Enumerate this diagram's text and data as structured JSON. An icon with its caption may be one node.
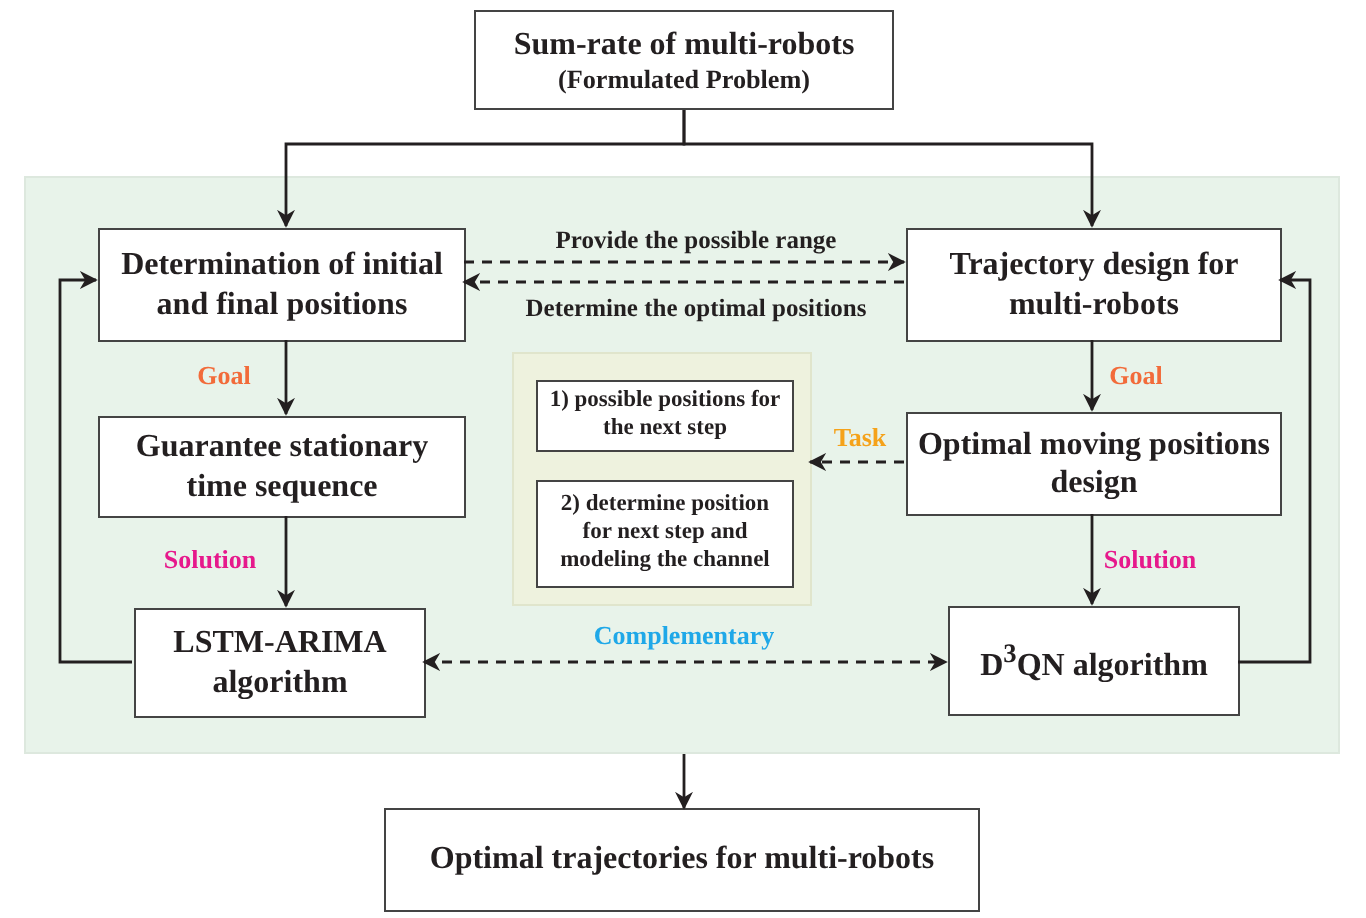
{
  "diagram": {
    "nodes": [
      {
        "text": [
          "Sum-rate of multi-robots",
          "(Formulated Problem)"
        ]
      },
      {
        "text": [],
        "shape": "box"
      },
      {
        "text": [
          "Determination of initial and final positions"
        ],
        "in": 1
      },
      {
        "text": [
          "Trajectory design for multi-robots"
        ],
        "in": 1
      },
      {
        "text": [
          "Guarantee stationary time sequence"
        ],
        "in": 1
      },
      {
        "text": [
          "Optimal moving positions design"
        ],
        "in": 1
      },
      {
        "text": [
          "LSTM-ARIMA algorithm"
        ],
        "in": 1
      },
      {
        "text": [
          "D$^{3}$QN algorithm"
        ],
        "in": 1
      },
      {
        "text": [],
        "shape": "box",
        "in": 1
      },
      {
        "text": [
          "1) possible positions for the next step"
        ],
        "in": 8
      },
      {
        "text": [
          "2) determine position for next step and modeling the channel"
        ],
        "in": 8
      },
      {
        "text": [
          "Optimal trajectories for multi-robots"
        ]
      }
    ],
    "edges": [
      {
        "from": 0,
        "to": 2,
        "arrow": "to"
      },
      {
        "from": 0,
        "to": 3,
        "arrow": "to"
      },
      {
        "from": 2,
        "to": 3,
        "arrow": "to",
        "label": "Provide the possible range",
        "style": "dashed"
      },
      {
        "from": 3,
        "to": 2,
        "arrow": "to",
        "label": "Determine the optimal positions",
        "style": "dashed"
      },
      {
        "from": 2,
        "to": 4,
        "arrow": "to",
        "label": "Goal"
      },
      {
        "from": 4,
        "to": 6,
        "arrow": "to",
        "label": "Solution"
      },
      {
        "from": 3,
        "to": 5,
        "arrow": "to",
        "label": "Goal"
      },
      {
        "from": 5,
        "to": 7,
        "arrow": "to",
        "label": "Solution"
      },
      {
        "from": 5,
        "to": 8,
        "arrow": "to",
        "label": "Task",
        "style": "dashed"
      },
      {
        "from": 6,
        "to": 7,
        "arrow": "both",
        "label": "Complementary",
        "style": "dashed"
      },
      {
        "from": 6,
        "to": 2,
        "arrow": "to"
      },
      {
        "from": 7,
        "to": 3,
        "arrow": "to"
      },
      {
        "from": 1,
        "to": 11,
        "arrow": "to"
      }
    ]
  }
}
